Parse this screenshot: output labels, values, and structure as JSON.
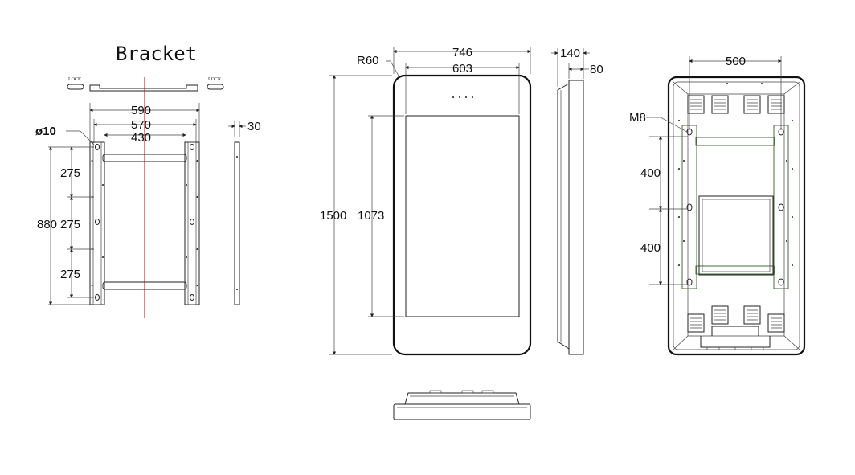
{
  "bracket": {
    "title": "Bracket",
    "lock_left": "LOCK",
    "lock_right": "LOCK",
    "dim_590": "590",
    "dim_570": "570",
    "dim_430": "430",
    "dim_hole": "ø10",
    "dim_275a": "275",
    "dim_275b": "275",
    "dim_275c": "275",
    "dim_880": "880",
    "dim_30": "30"
  },
  "front": {
    "radius": "R60",
    "width_outer": "746",
    "width_screen": "603",
    "height_outer": "1500",
    "height_screen": "1073"
  },
  "side": {
    "depth_total": "140",
    "depth_body": "80"
  },
  "back": {
    "width_holes": "500",
    "screw": "M8",
    "pitch_top": "400",
    "pitch_bottom": "400"
  },
  "colors": {
    "line": "#222222",
    "centerline": "#d40000",
    "bracket_green": "#4a6b3c"
  }
}
